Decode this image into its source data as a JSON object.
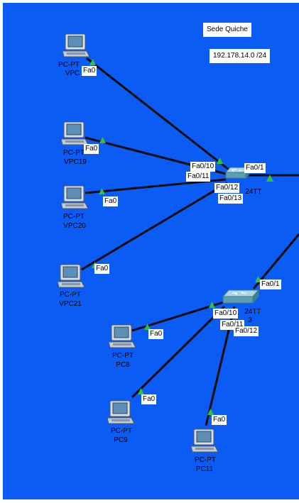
{
  "colors": {
    "background": "#0a5cf5",
    "link": "#0b0b0b",
    "link_up": "#34c23b",
    "label_bg": "#ffffff"
  },
  "notes": {
    "site_name": "Sede Quiche",
    "network": "192.178.14.0 /24"
  },
  "switches": [
    {
      "id": "sw-top",
      "name_fragment": "24TT",
      "name_fragment2": ""
    },
    {
      "id": "sw-bottom",
      "name_fragment": "24TT",
      "name_fragment2": "3"
    }
  ],
  "pcs": [
    {
      "id": "vpc-top",
      "type": "PC-PT",
      "name": "VPC"
    },
    {
      "id": "vpc19",
      "type": "PC-PT",
      "name": "VPC19"
    },
    {
      "id": "vpc20",
      "type": "PC-PT",
      "name": "VPC20"
    },
    {
      "id": "vpc21",
      "type": "PC-PT",
      "name": "VPC21"
    },
    {
      "id": "pc8",
      "type": "PC-PT",
      "name": "PC8"
    },
    {
      "id": "pc9",
      "type": "PC-PT",
      "name": "PC9"
    },
    {
      "id": "pc11",
      "type": "PC-PT",
      "name": "PC11"
    }
  ],
  "ports": {
    "vpc_top_fa0": "Fa0",
    "vpc19_fa0": "Fa0",
    "vpc20_fa0": "Fa0",
    "vpc21_fa0": "Fa0",
    "pc8_fa0": "Fa0",
    "pc9_fa0": "Fa0",
    "pc11_fa0": "Fa0",
    "sw1_fa010": "Fa0/10",
    "sw1_fa011": "Fa0/11",
    "sw1_fa012": "Fa0/12",
    "sw1_fa013": "Fa0/13",
    "sw1_fa01": "Fa0/1",
    "sw2_fa01": "Fa0/1",
    "sw2_fa010": "Fa0/10",
    "sw2_fa011": "Fa0/11",
    "sw2_fa012": "Fa0/12"
  }
}
